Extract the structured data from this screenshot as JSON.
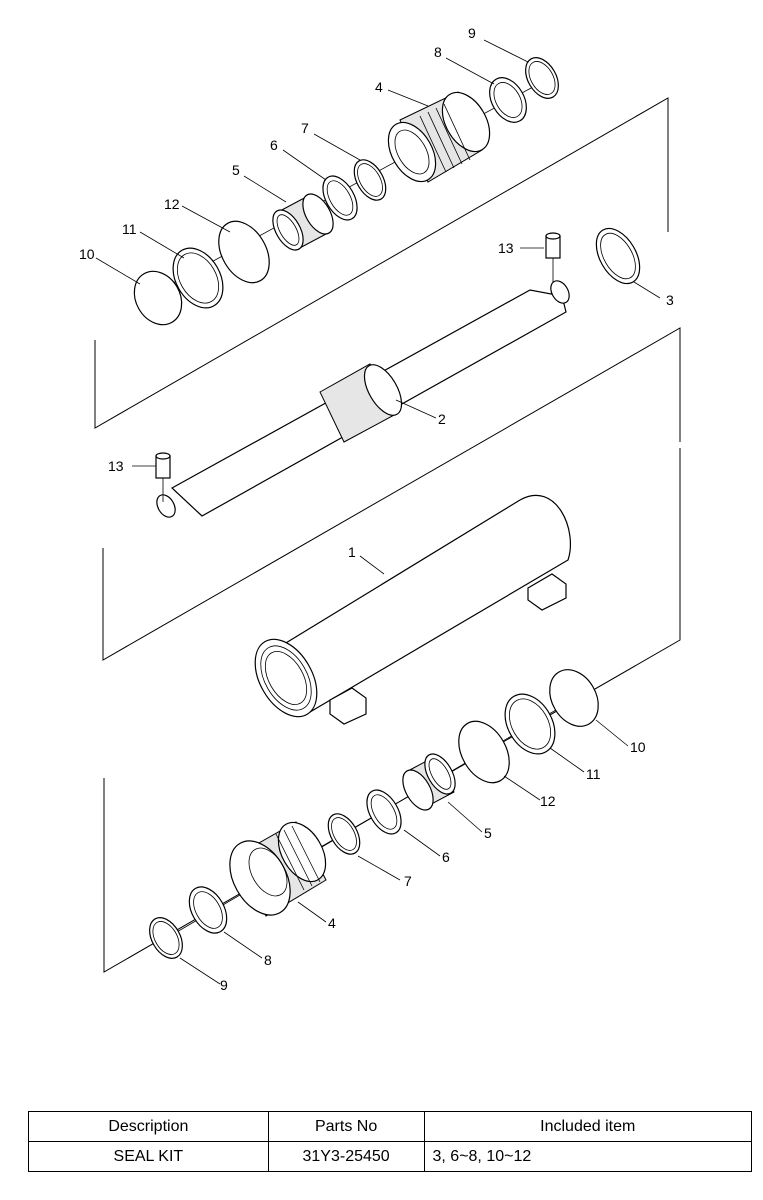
{
  "callouts": {
    "top": {
      "n9": "9",
      "n8": "8",
      "n4": "4",
      "n7": "7",
      "n6": "6",
      "n5": "5",
      "n12": "12",
      "n11": "11",
      "n10": "10",
      "n13a": "13",
      "n3": "3",
      "n2": "2",
      "n13b": "13"
    },
    "middle": {
      "n1": "1"
    },
    "bottom": {
      "n10": "10",
      "n11": "11",
      "n12": "12",
      "n5": "5",
      "n6": "6",
      "n7": "7",
      "n4": "4",
      "n8": "8",
      "n9": "9"
    }
  },
  "table": {
    "headers": {
      "description": "Description",
      "parts_no": "Parts No",
      "included": "Included item"
    },
    "rows": [
      {
        "description": "SEAL KIT",
        "parts_no": "31Y3-25450",
        "included": "3, 6~8, 10~12"
      }
    ]
  }
}
